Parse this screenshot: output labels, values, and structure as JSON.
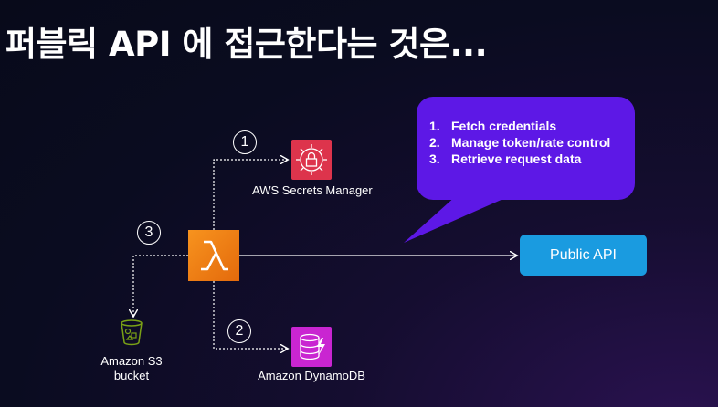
{
  "title": "퍼블릭 API 에 접근한다는 것은...",
  "bubble": {
    "items": [
      {
        "num": "1.",
        "text": "Fetch credentials"
      },
      {
        "num": "2.",
        "text": "Manage token/rate control"
      },
      {
        "num": "3.",
        "text": "Retrieve request data"
      }
    ]
  },
  "badges": {
    "one": "1",
    "two": "2",
    "three": "3"
  },
  "services": {
    "secrets_manager": "AWS Secrets Manager",
    "dynamodb": "Amazon DynamoDB",
    "s3": [
      "Amazon S3",
      "bucket"
    ],
    "public_api": "Public API"
  },
  "colors": {
    "lambda": "#ed7100",
    "secrets": "#dd344c",
    "dynamodb": "#c925d1",
    "s3": "#7aa116",
    "public_api": "#1a9be0",
    "bubble": "#5d18e6"
  },
  "icons": {
    "lambda": "lambda-icon",
    "secrets": "secrets-manager-icon",
    "dynamodb": "dynamodb-icon",
    "s3": "s3-bucket-icon"
  }
}
